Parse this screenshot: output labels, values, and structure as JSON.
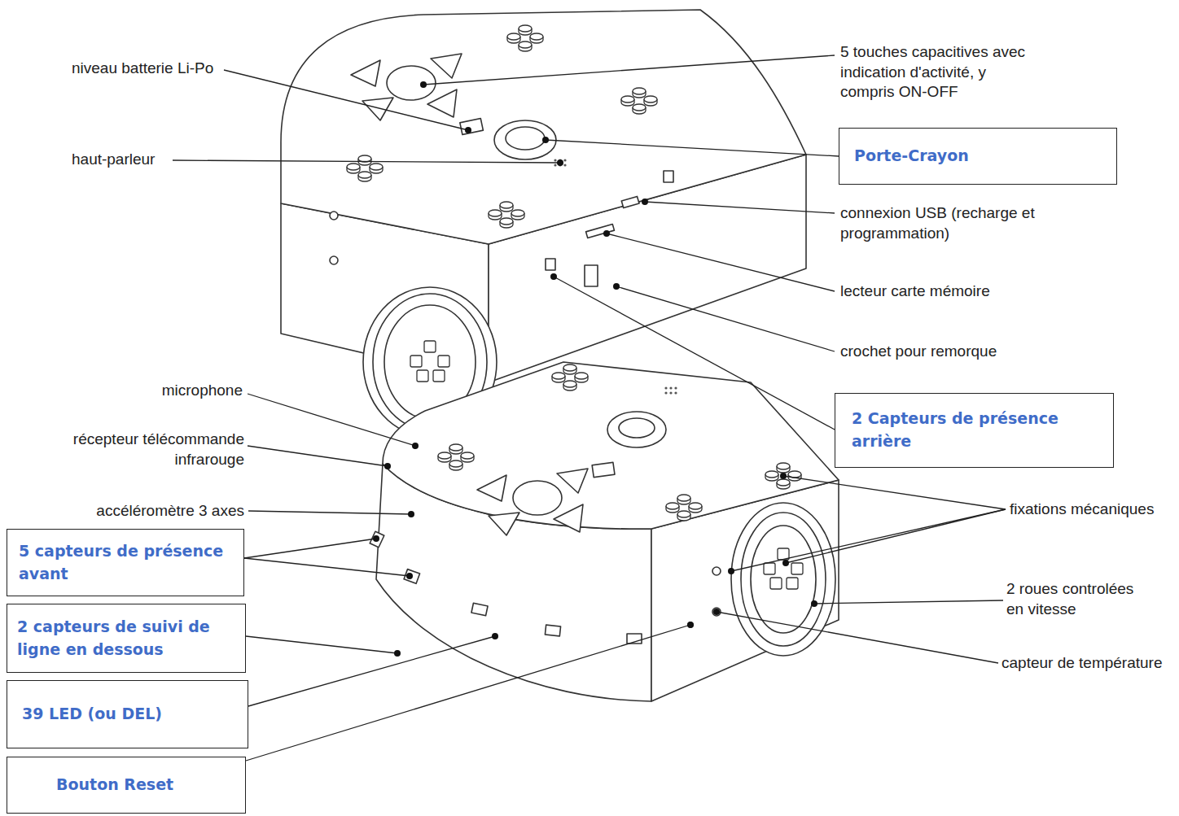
{
  "diagram": {
    "nodes": [
      {
        "text": [
          "Porte-Crayon"
        ]
      },
      {
        "text": [
          "2 Capteurs de présence arrière"
        ]
      },
      {
        "text": [
          "5 capteurs de présence avant"
        ]
      },
      {
        "text": [
          "2 capteurs de suivi de ligne en dessous"
        ]
      },
      {
        "text": [
          "39 LED (ou DEL)"
        ]
      },
      {
        "text": [
          "Bouton Reset"
        ]
      }
    ],
    "labels": [
      "5 touches capacitives avec indication d'activité, y compris ON-OFF",
      "niveau batterie Li-Po",
      "haut-parleur",
      "connexion USB (recharge et programmation)",
      "lecteur carte mémoire",
      "crochet pour remorque",
      "microphone",
      "récepteur télécommande infrarouge",
      "accéléromètre 3 axes",
      "fixations mécaniques",
      "2 roues controlées en vitesse",
      "capteur de température"
    ]
  }
}
